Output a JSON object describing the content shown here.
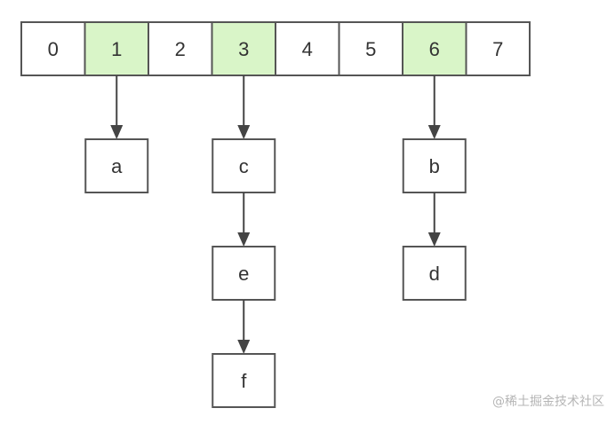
{
  "array": {
    "cells": [
      {
        "index": "0",
        "highlighted": false
      },
      {
        "index": "1",
        "highlighted": true
      },
      {
        "index": "2",
        "highlighted": false
      },
      {
        "index": "3",
        "highlighted": true
      },
      {
        "index": "4",
        "highlighted": false
      },
      {
        "index": "5",
        "highlighted": false
      },
      {
        "index": "6",
        "highlighted": true
      },
      {
        "index": "7",
        "highlighted": false
      }
    ],
    "highlight_color": "#d9f5c8",
    "normal_color": "#ffffff",
    "border_color": "#555555"
  },
  "chains": [
    {
      "bucket": 1,
      "nodes": [
        "a"
      ]
    },
    {
      "bucket": 3,
      "nodes": [
        "c",
        "e",
        "f"
      ]
    },
    {
      "bucket": 6,
      "nodes": [
        "b",
        "d"
      ]
    }
  ],
  "watermark": "@稀土掘金技术社区"
}
